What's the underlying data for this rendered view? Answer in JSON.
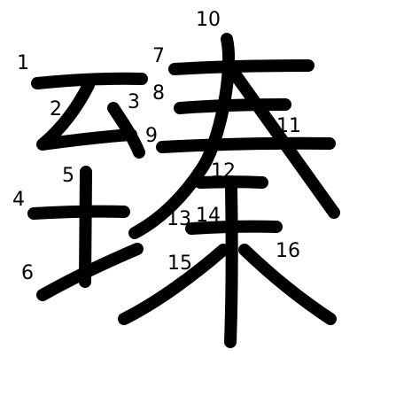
{
  "diagram": {
    "stroke_color": "#000000",
    "background_color": "#ffffff",
    "stroke_numbers": [
      "1",
      "2",
      "3",
      "4",
      "5",
      "6",
      "7",
      "8",
      "9",
      "10",
      "11",
      "12",
      "13",
      "14",
      "15",
      "16"
    ]
  }
}
